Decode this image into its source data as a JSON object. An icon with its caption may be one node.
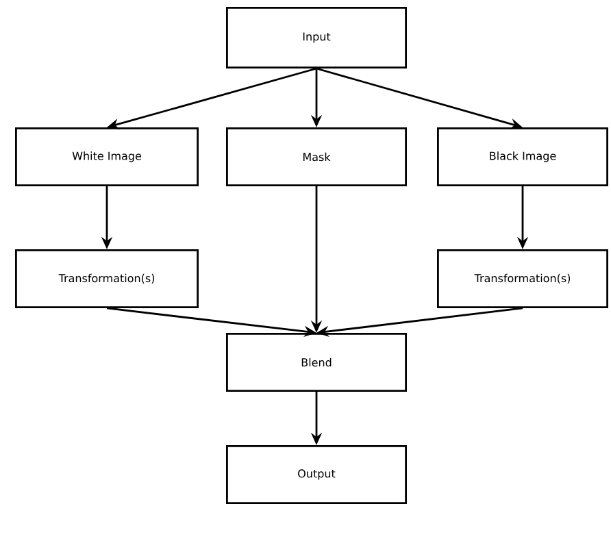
{
  "diagram": {
    "nodes": [
      {
        "text": [
          "Input"
        ]
      },
      {
        "text": [
          "White Image"
        ]
      },
      {
        "text": [
          "Mask"
        ]
      },
      {
        "text": [
          "Black Image"
        ]
      },
      {
        "text": [
          "Transformation(s)"
        ]
      },
      {
        "text": [
          "Transformation(s)"
        ]
      },
      {
        "text": [
          "Blend"
        ]
      },
      {
        "text": [
          "Output"
        ]
      }
    ],
    "edges": [
      {
        "from": 0,
        "to": 1,
        "arrow": "to"
      },
      {
        "from": 0,
        "to": 2,
        "arrow": "to"
      },
      {
        "from": 0,
        "to": 3,
        "arrow": "to"
      },
      {
        "from": 1,
        "to": 4,
        "arrow": "to"
      },
      {
        "from": 3,
        "to": 5,
        "arrow": "to"
      },
      {
        "from": 4,
        "to": 6,
        "arrow": "to"
      },
      {
        "from": 2,
        "to": 6,
        "arrow": "to"
      },
      {
        "from": 5,
        "to": 6,
        "arrow": "to"
      },
      {
        "from": 6,
        "to": 7,
        "arrow": "to"
      }
    ]
  }
}
